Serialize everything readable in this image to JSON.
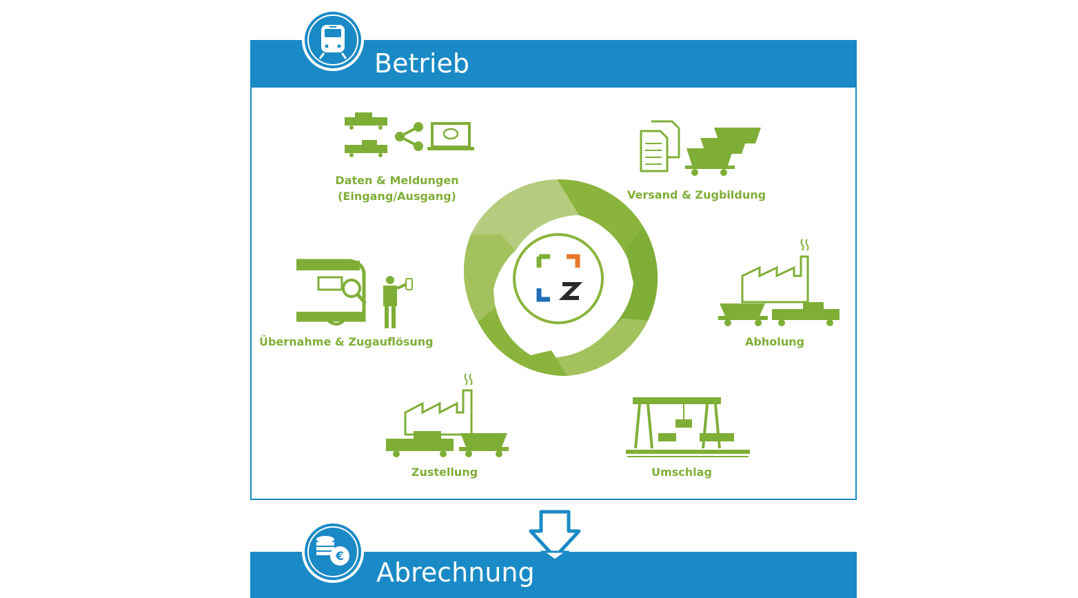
{
  "colors": {
    "blue": "#1a8ac6",
    "green": "#7fae37",
    "green_light": "#b5cc7e",
    "green_mid": "#a3c25e",
    "green_dark": "#8ab43c",
    "logo_orange": "#e8792b",
    "logo_green": "#7fae37",
    "logo_blue": "#1f6fb5",
    "logo_dark": "#2a2a2a"
  },
  "sections": {
    "operations": {
      "title": "Betrieb",
      "icon": "train-icon"
    },
    "billing": {
      "title": "Abrechnung",
      "icon": "euro-coins-icon"
    }
  },
  "cycle": {
    "center_logo": "z-logo",
    "steps": [
      {
        "id": "data",
        "label_line1": "Daten & Meldungen",
        "label_line2": "(Eingang/Ausgang)",
        "icon": "data-messages-icon"
      },
      {
        "id": "dispatch",
        "label_line1": "Versand & Zugbildung",
        "icon": "documents-wagons-icon"
      },
      {
        "id": "pickup",
        "label_line1": "Abholung",
        "icon": "factory-train-icon"
      },
      {
        "id": "transshipment",
        "label_line1": "Umschlag",
        "icon": "gantry-crane-icon"
      },
      {
        "id": "delivery",
        "label_line1": "Zustellung",
        "icon": "factory-locomotive-icon"
      },
      {
        "id": "takeover",
        "label_line1": "Übernahme & Zugauflösung",
        "icon": "inspection-worker-icon"
      }
    ]
  },
  "flow_arrow": {
    "icon": "arrow-down-icon"
  }
}
